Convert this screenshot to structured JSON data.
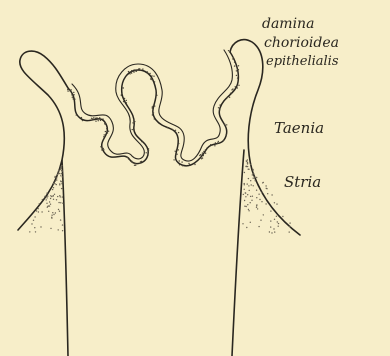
{
  "labels": {
    "lamina_line1": "damina",
    "lamina_line2": "chorioidea",
    "lamina_line3": "epithelialis",
    "taenia": "Taenia",
    "stria": "Stria"
  },
  "colors": {
    "paper": "#f7eec9",
    "ink": "#2a2720",
    "stipple": "#6b6454"
  }
}
